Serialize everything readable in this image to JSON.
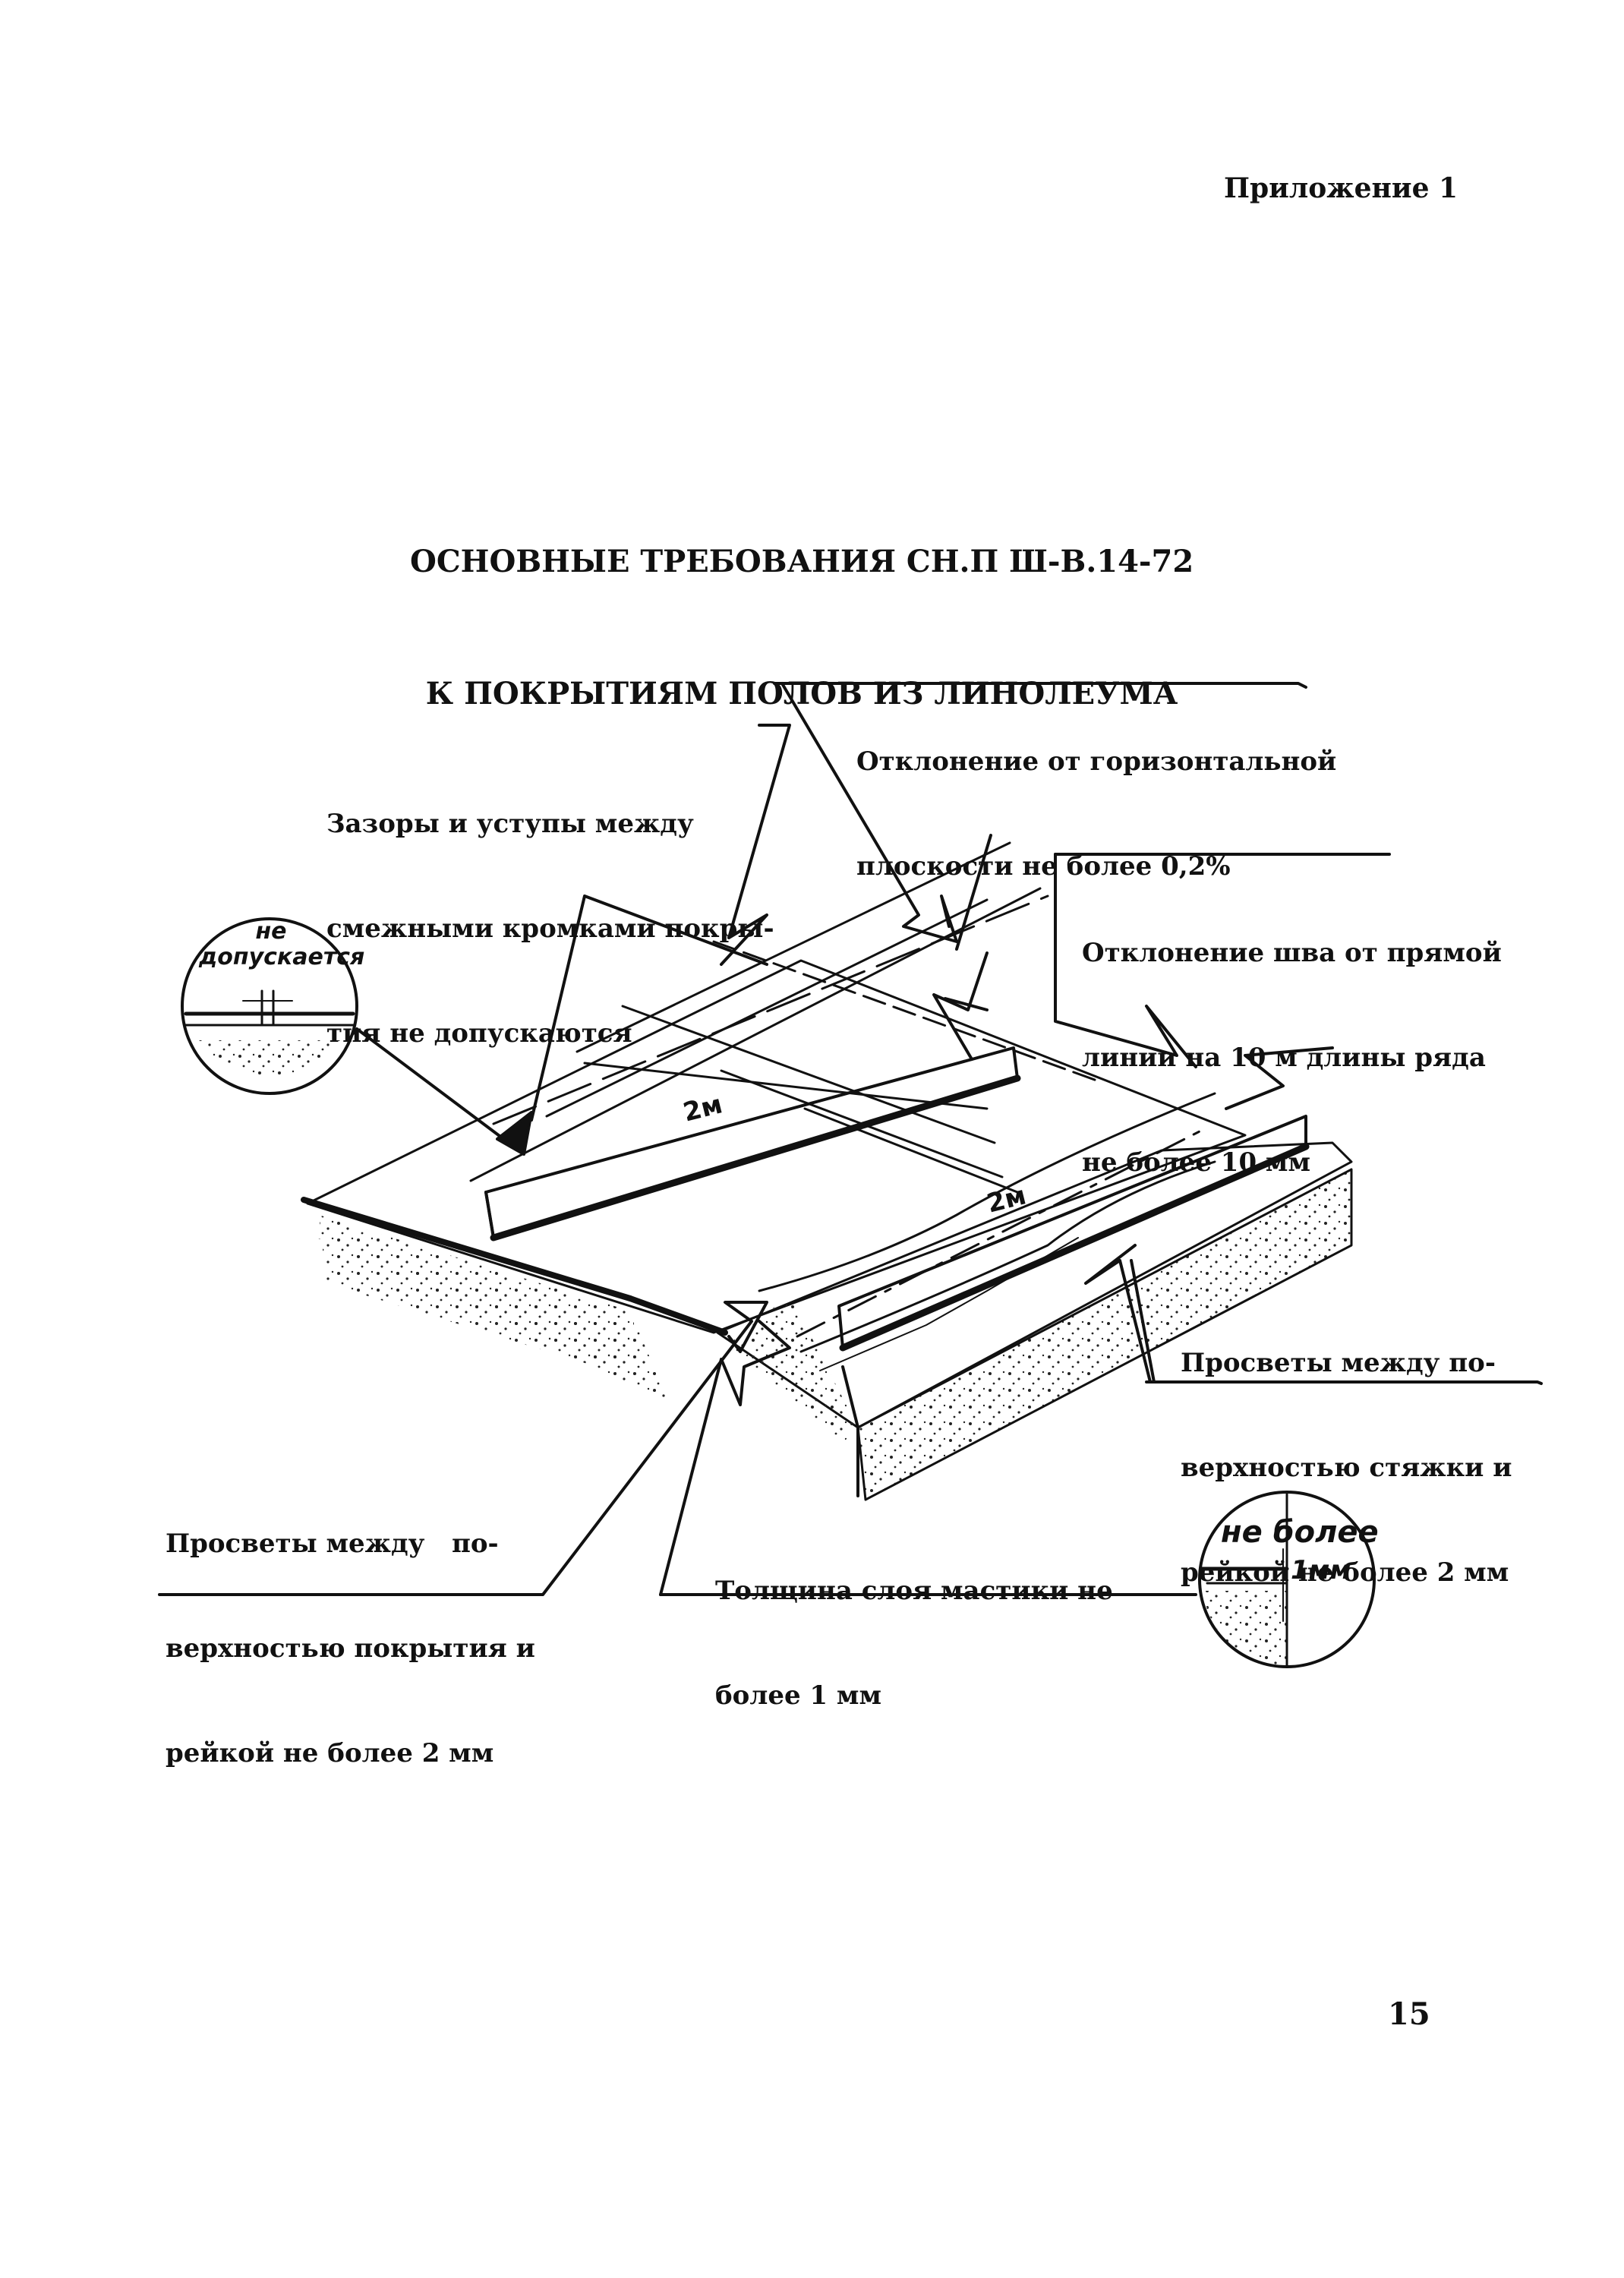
{
  "header": {
    "appendix": "Приложение 1"
  },
  "title": {
    "line1": "ОСНОВНЫЕ ТРЕБОВАНИЯ СН.П Ш-В.14-72",
    "line2": "К ПОКРЫТИЯМ ПОЛОВ ИЗ ЛИНОЛЕУМА"
  },
  "callouts": {
    "gaps": [
      "Зазоры и уступы между",
      "смежными кромками покры-",
      "тия не допускаются"
    ],
    "horizontal": [
      "Отклонение от горизонтальной",
      "плоскости не более 0,2%"
    ],
    "seam": [
      "Отклонение шва от прямой",
      "линии на 10 м длины ряда",
      "не более 10 мм"
    ],
    "screed_gaps": [
      "Просветы между по-",
      "верхностью стяжки и",
      "рейкой не более 2 мм"
    ],
    "cover_gaps": [
      "Просветы между   по-",
      "верхностью покрытия и",
      "рейкой не более 2 мм"
    ],
    "mastic": [
      "Толщина слоя мастики не",
      "более 1 мм"
    ]
  },
  "details": {
    "left_circle": "не допускается",
    "right_circle_top": "не более",
    "right_circle_value": "1мм"
  },
  "rails": {
    "left_label": "2м",
    "right_label": "2м"
  },
  "footer": {
    "page_number": "15"
  }
}
